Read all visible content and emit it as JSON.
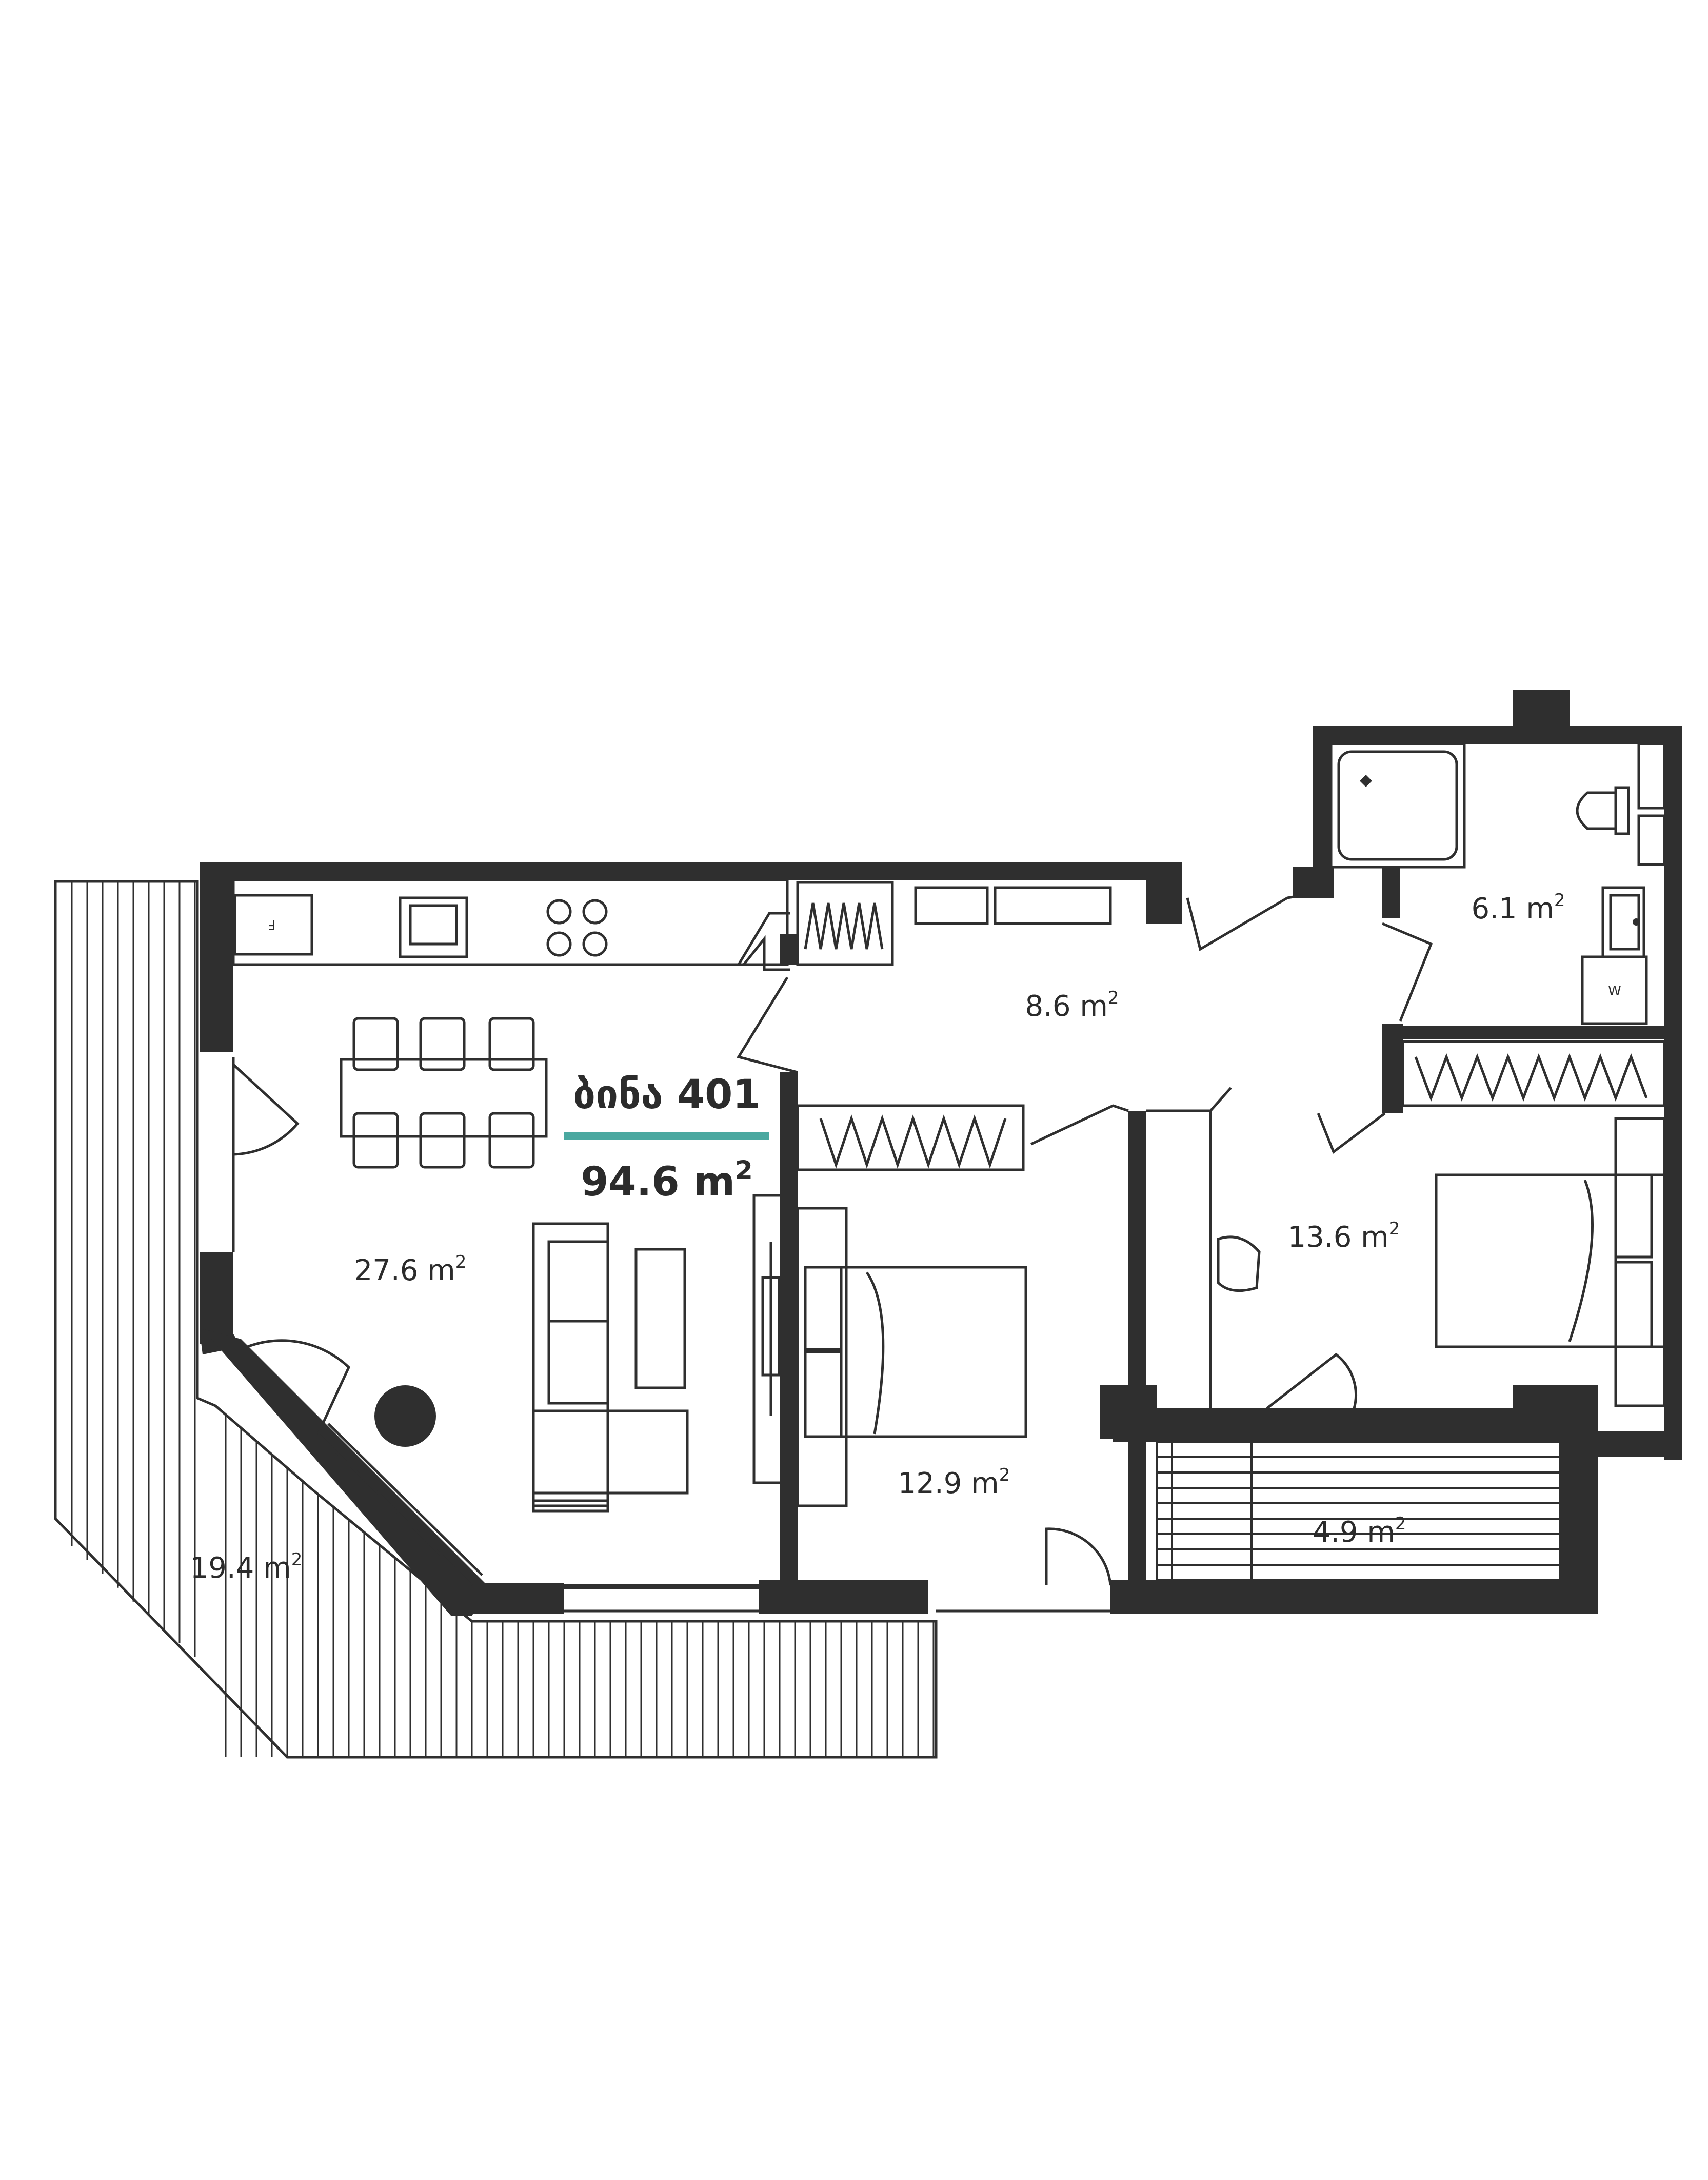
{
  "apartment": {
    "title": "ბინა 401",
    "total_area_value": "94.6 m",
    "total_area_sup": "2",
    "accent_color": "#4aa8a0",
    "wall_color": "#2f2f2f"
  },
  "rooms": [
    {
      "id": "living",
      "value": "27.6 m",
      "sup": "2"
    },
    {
      "id": "hallway",
      "value": "8.6 m",
      "sup": "2"
    },
    {
      "id": "bathroom",
      "value": "6.1 m",
      "sup": "2"
    },
    {
      "id": "bedroom-1",
      "value": "12.9 m",
      "sup": "2"
    },
    {
      "id": "bedroom-2",
      "value": "13.6 m",
      "sup": "2"
    },
    {
      "id": "balcony-small",
      "value": "4.9 m",
      "sup": "2"
    },
    {
      "id": "terrace",
      "value": "19.4 m",
      "sup": "2"
    }
  ],
  "fixtures": {
    "fridge_mark": "F",
    "washer_mark": "W"
  }
}
